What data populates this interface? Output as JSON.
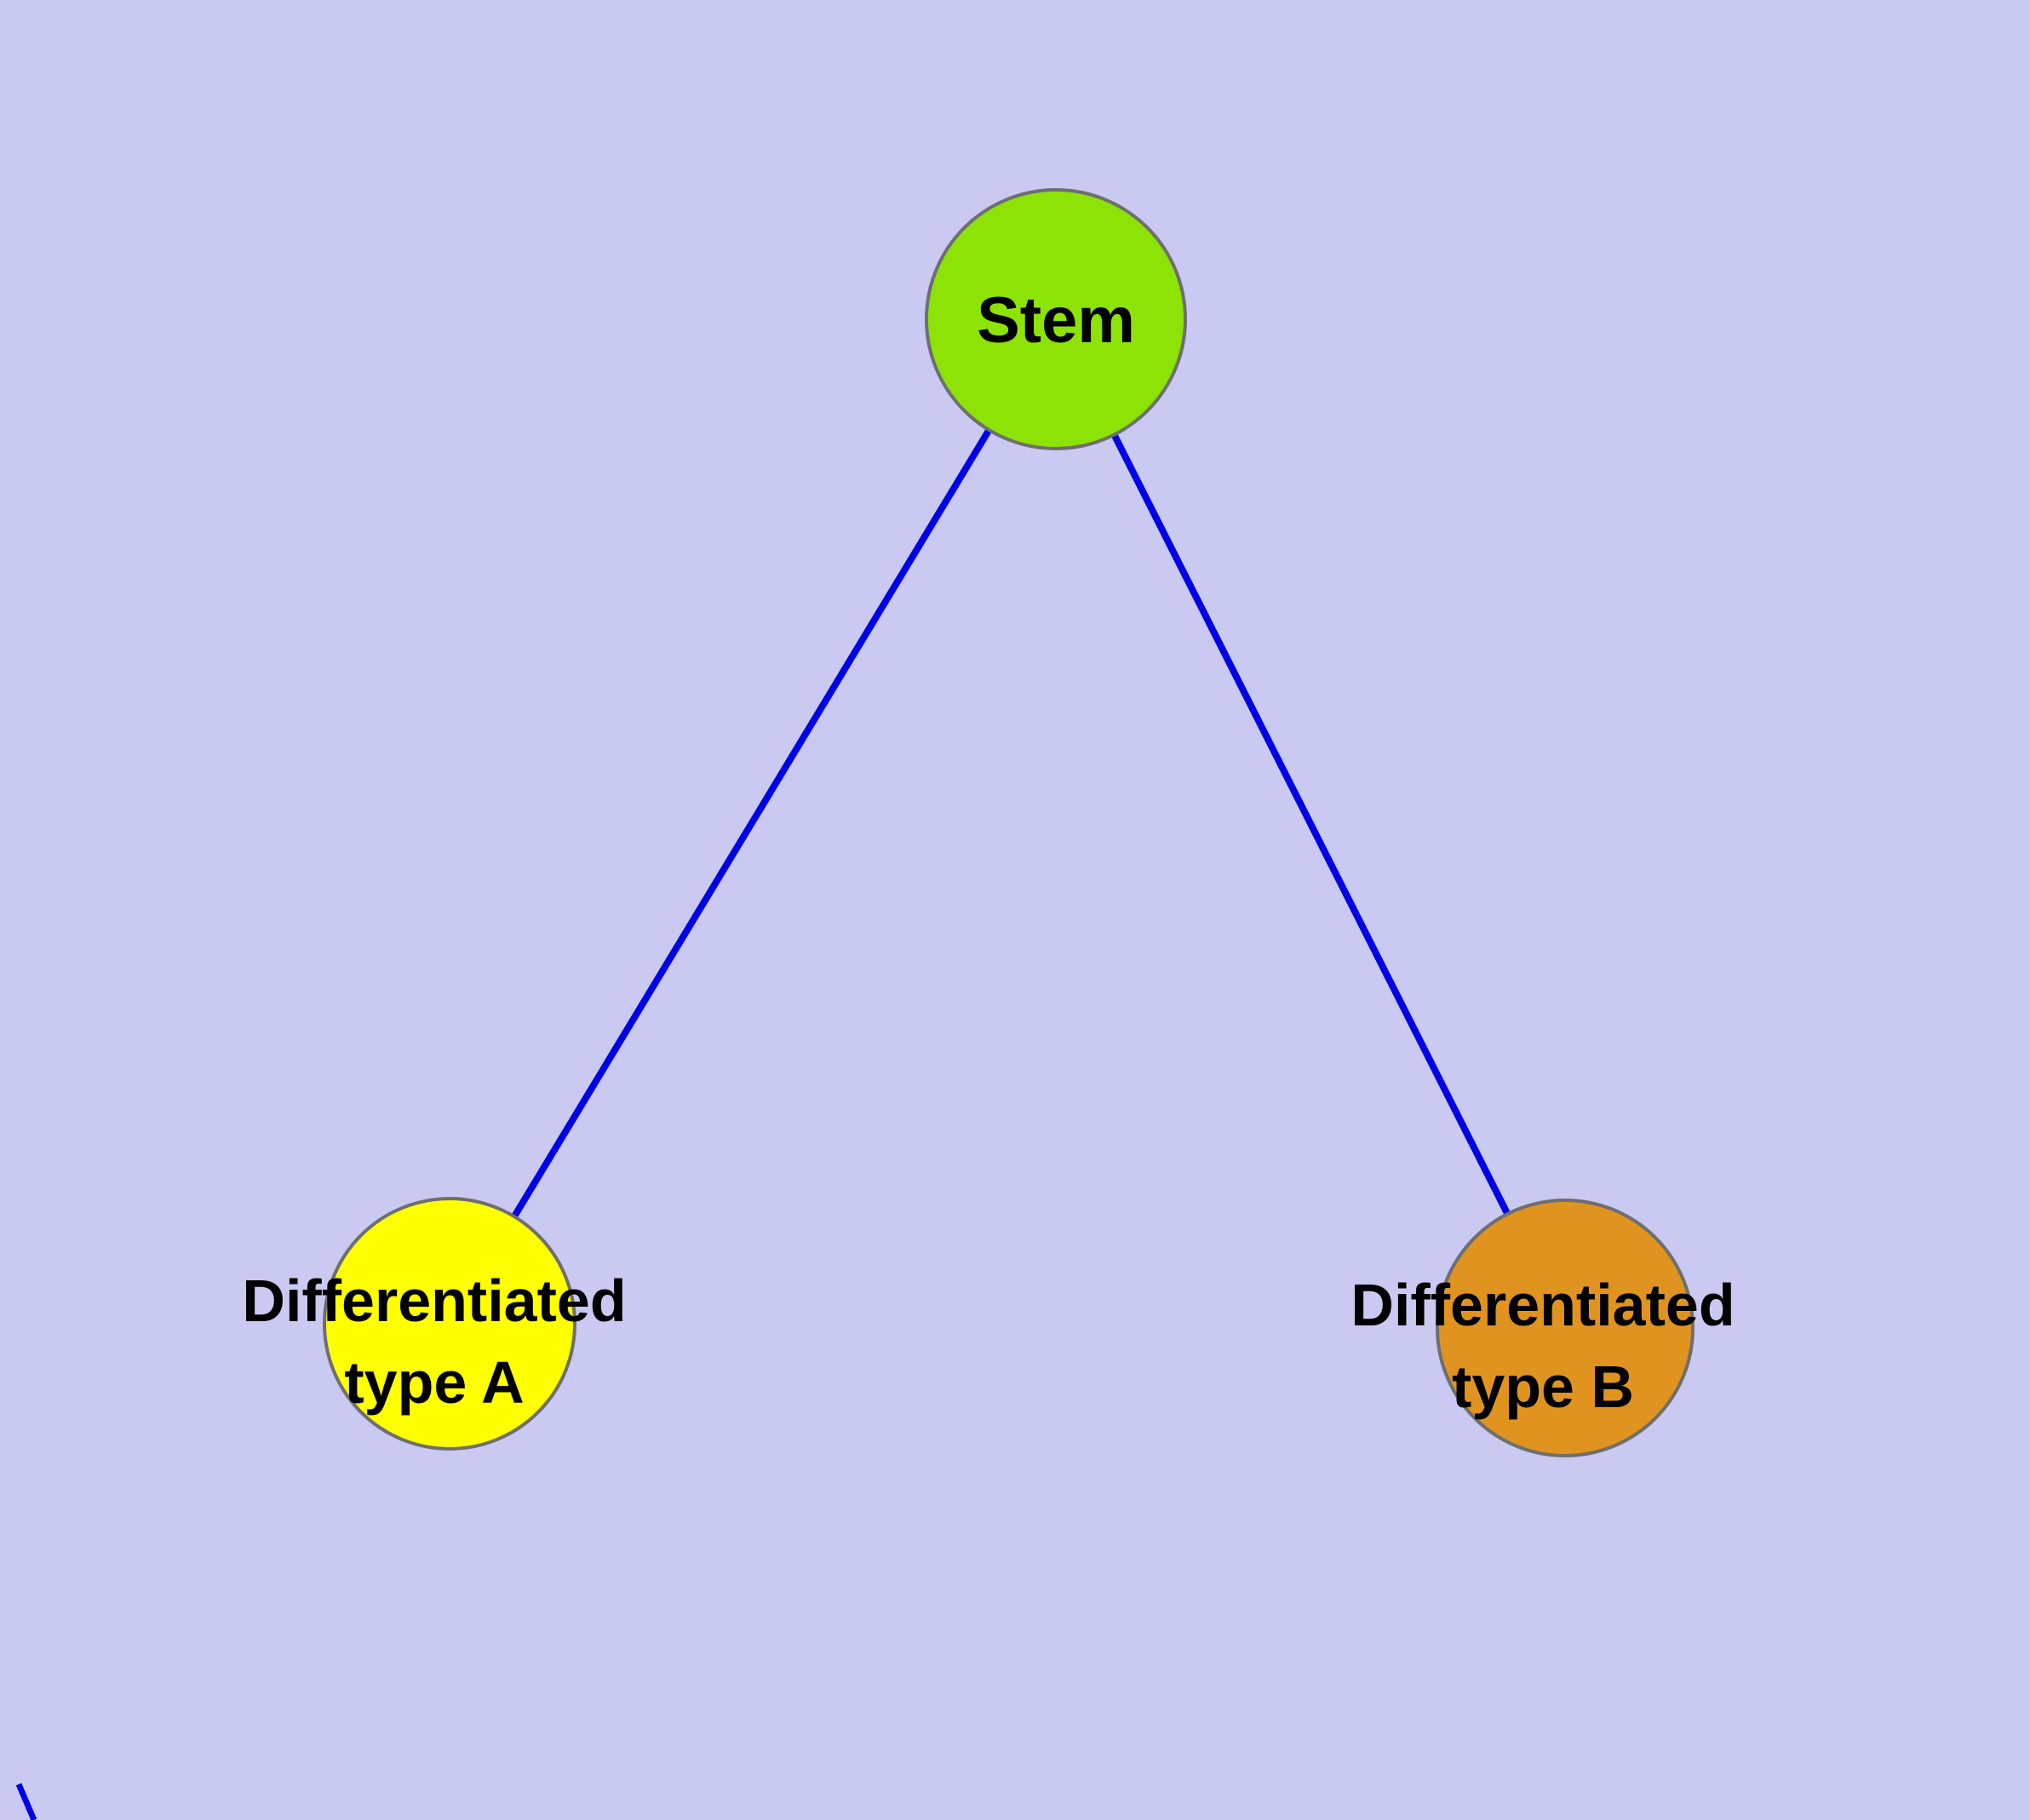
{
  "diagram": {
    "background_color": "#c9c9f2",
    "edge_color": "#0000e6",
    "node_border_color": "#6e6e6e",
    "label_color": "#000000",
    "nodes": {
      "stem": {
        "label": "Stem",
        "fill": "#8ce305"
      },
      "type_a": {
        "label_line1": "Differentiated",
        "label_line2": "type A",
        "fill": "#ffff00"
      },
      "type_b": {
        "label_line1": "Differentiated",
        "label_line2": "type B",
        "fill": "#e0941f"
      }
    },
    "edges": [
      {
        "from": "Stem",
        "to": "Differentiated type A"
      },
      {
        "from": "Stem",
        "to": "Differentiated type B"
      }
    ]
  }
}
